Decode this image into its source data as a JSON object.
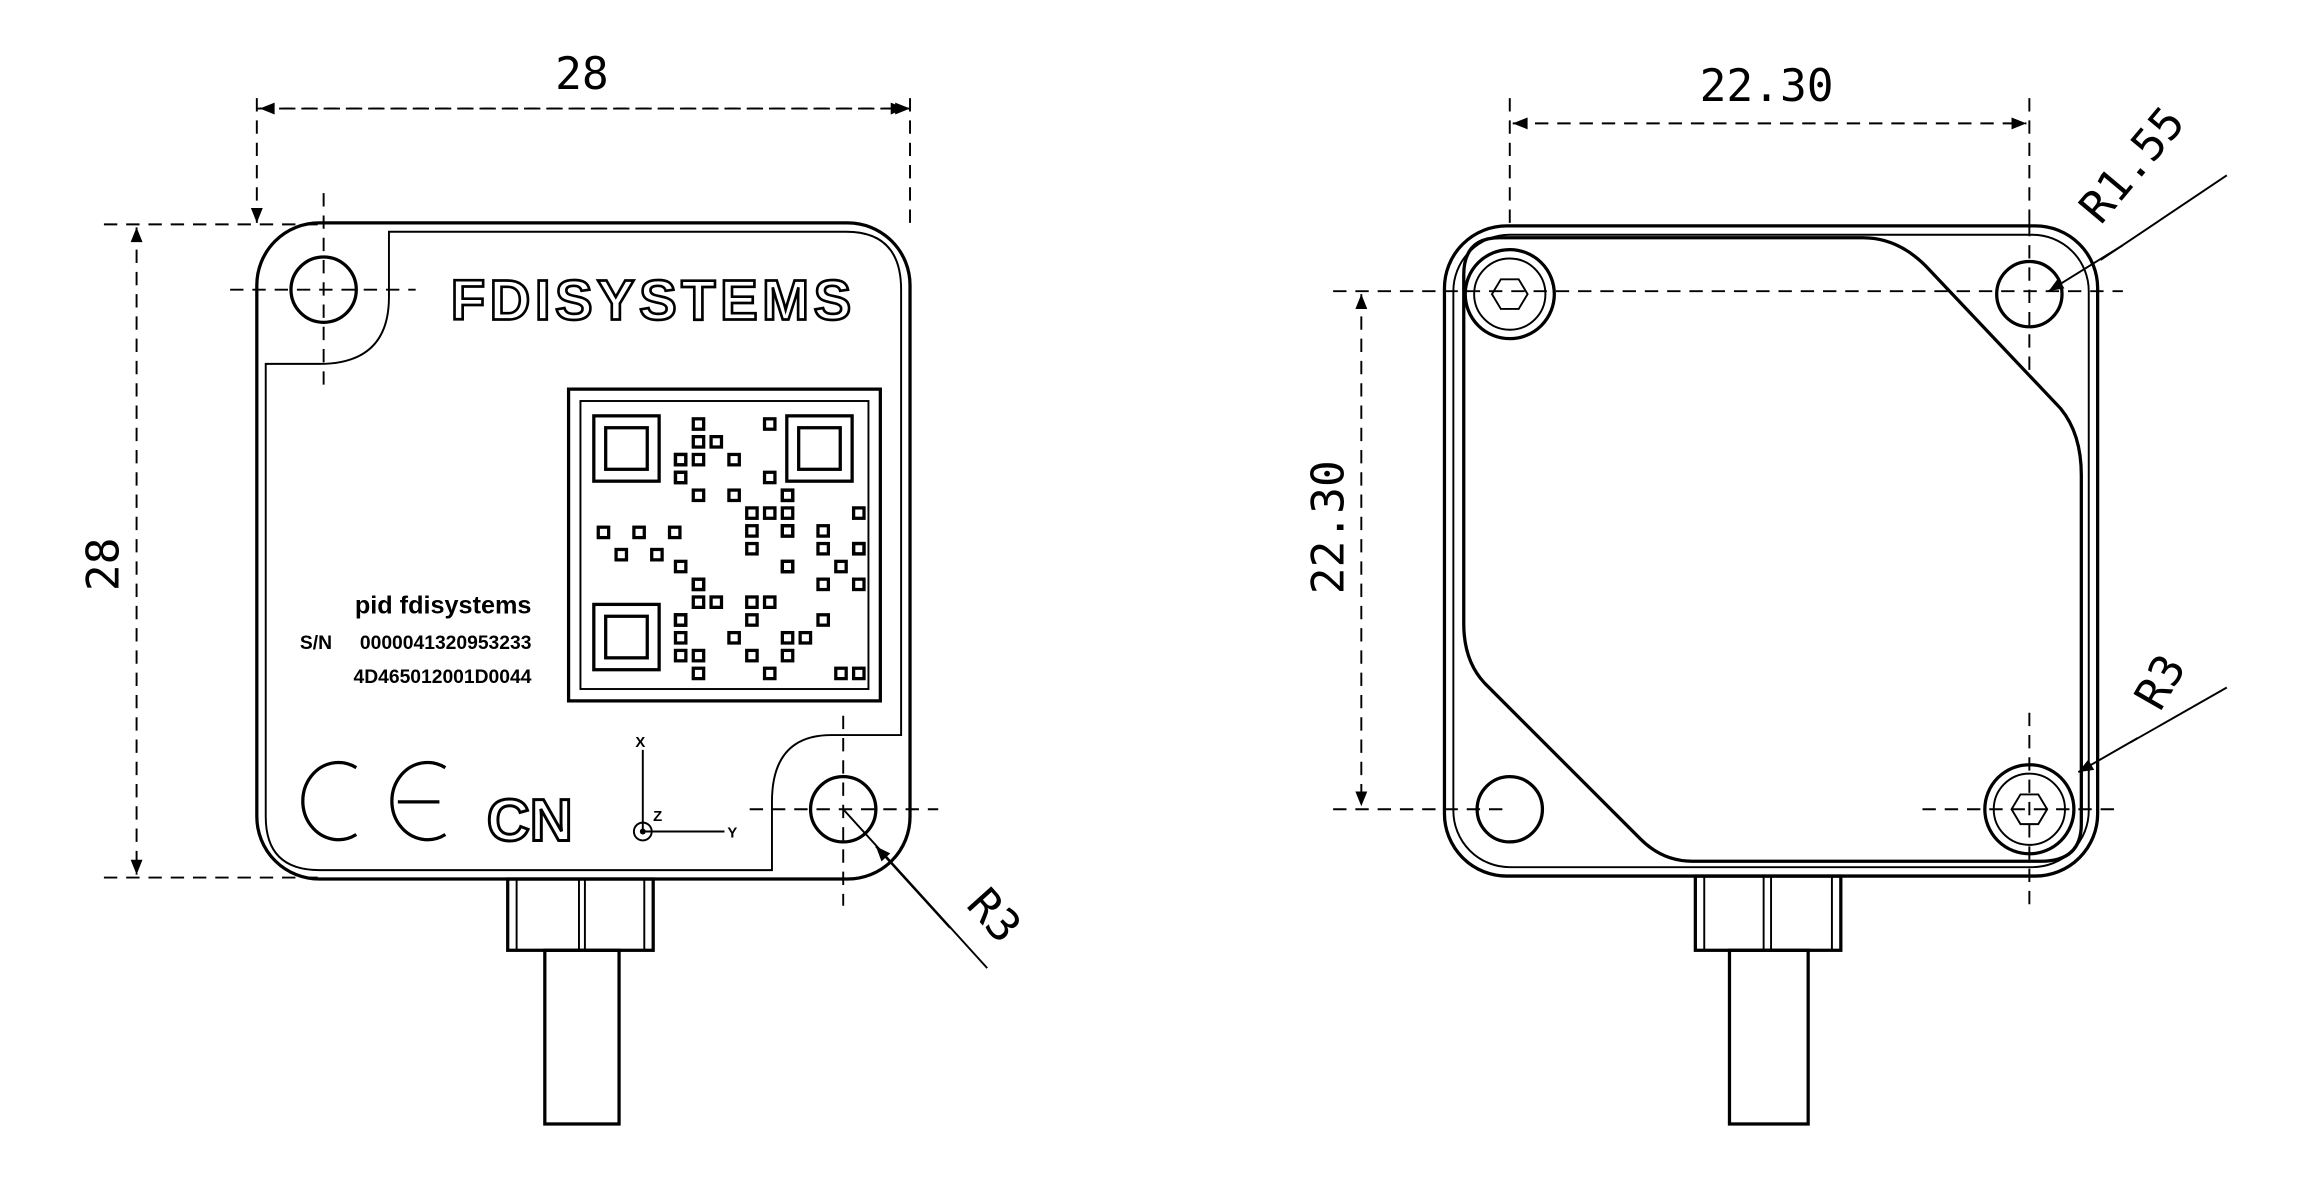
{
  "front_view": {
    "width_dim": "28",
    "height_dim": "28",
    "radius_dim": "R3",
    "brand": "FDISYSTEMS",
    "product": "pid fdisystems",
    "sn_label": "S/N",
    "serial": "0000041320953233",
    "code": "4D465012001D0044",
    "marks": {
      "ce": "CE",
      "cn": "CN"
    },
    "axes": {
      "x": "X",
      "y": "Y",
      "z": "Z"
    }
  },
  "rear_view": {
    "width_dim": "22.30",
    "height_dim": "22.30",
    "hole_radius_dim": "R1.55",
    "corner_radius_dim": "R3"
  }
}
